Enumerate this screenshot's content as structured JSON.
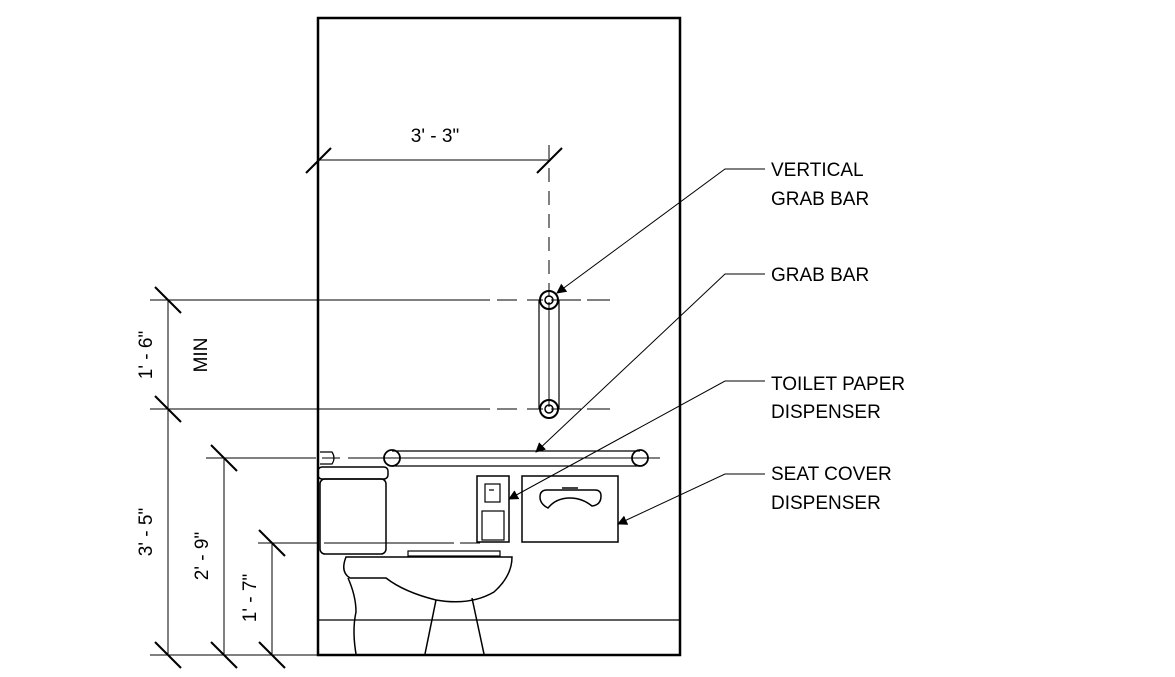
{
  "dimensions": {
    "top_width": "3' - 3\"",
    "vertical_grab_bar_span": "1' - 6\"",
    "min_note": "MIN",
    "floor_to_grab_bar_top": "3' - 5\"",
    "floor_to_grab_bar": "2' - 9\"",
    "floor_to_tank_top": "1' - 7\""
  },
  "callouts": [
    {
      "line1": "VERTICAL",
      "line2": "GRAB BAR"
    },
    {
      "line1": "GRAB BAR",
      "line2": ""
    },
    {
      "line1": "TOILET PAPER",
      "line2": "DISPENSER"
    },
    {
      "line1": "SEAT COVER",
      "line2": "DISPENSER"
    }
  ],
  "colors": {
    "ink": "#000000",
    "background": "#ffffff"
  }
}
